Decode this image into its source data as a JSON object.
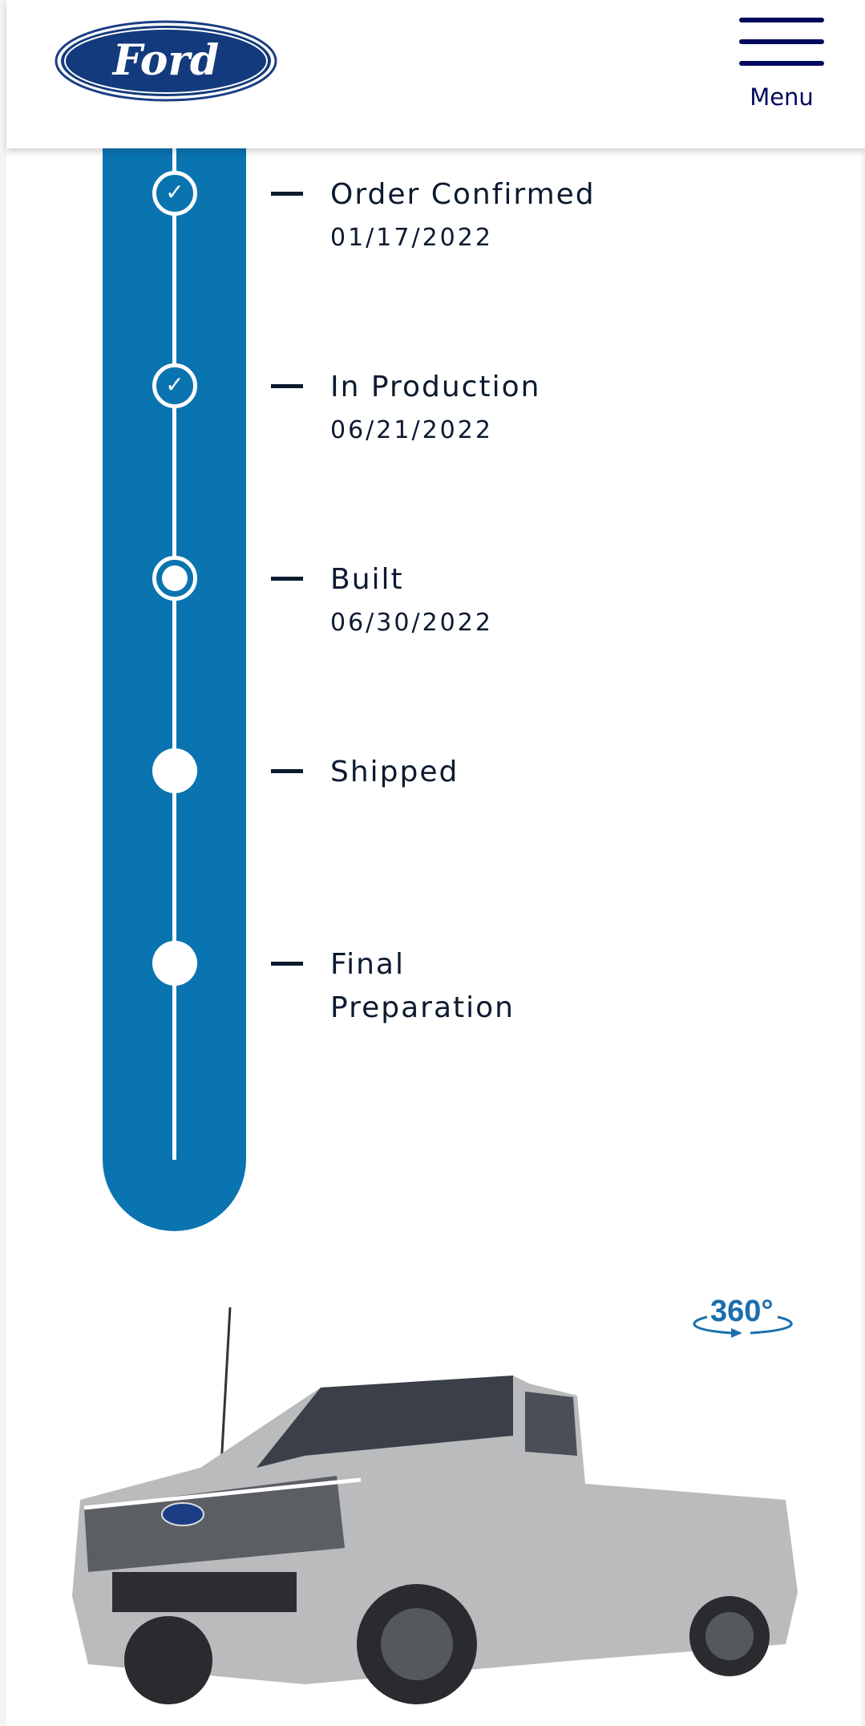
{
  "header": {
    "brand": "Ford",
    "menu_label": "Menu"
  },
  "colors": {
    "brand_navy": "#00095b",
    "tracker_blue": "#0a74b0",
    "text": "#0c1a2f"
  },
  "steps": [
    {
      "title": "Order Confirmed",
      "date": "01/17/2022",
      "status": "done"
    },
    {
      "title": "In Production",
      "date": "06/21/2022",
      "status": "done"
    },
    {
      "title": "Built",
      "date": "06/30/2022",
      "status": "current"
    },
    {
      "title": "Shipped",
      "status": "pending"
    },
    {
      "title": "Final Preparation",
      "status": "pending"
    }
  ],
  "viewer": {
    "badge": "360°"
  }
}
